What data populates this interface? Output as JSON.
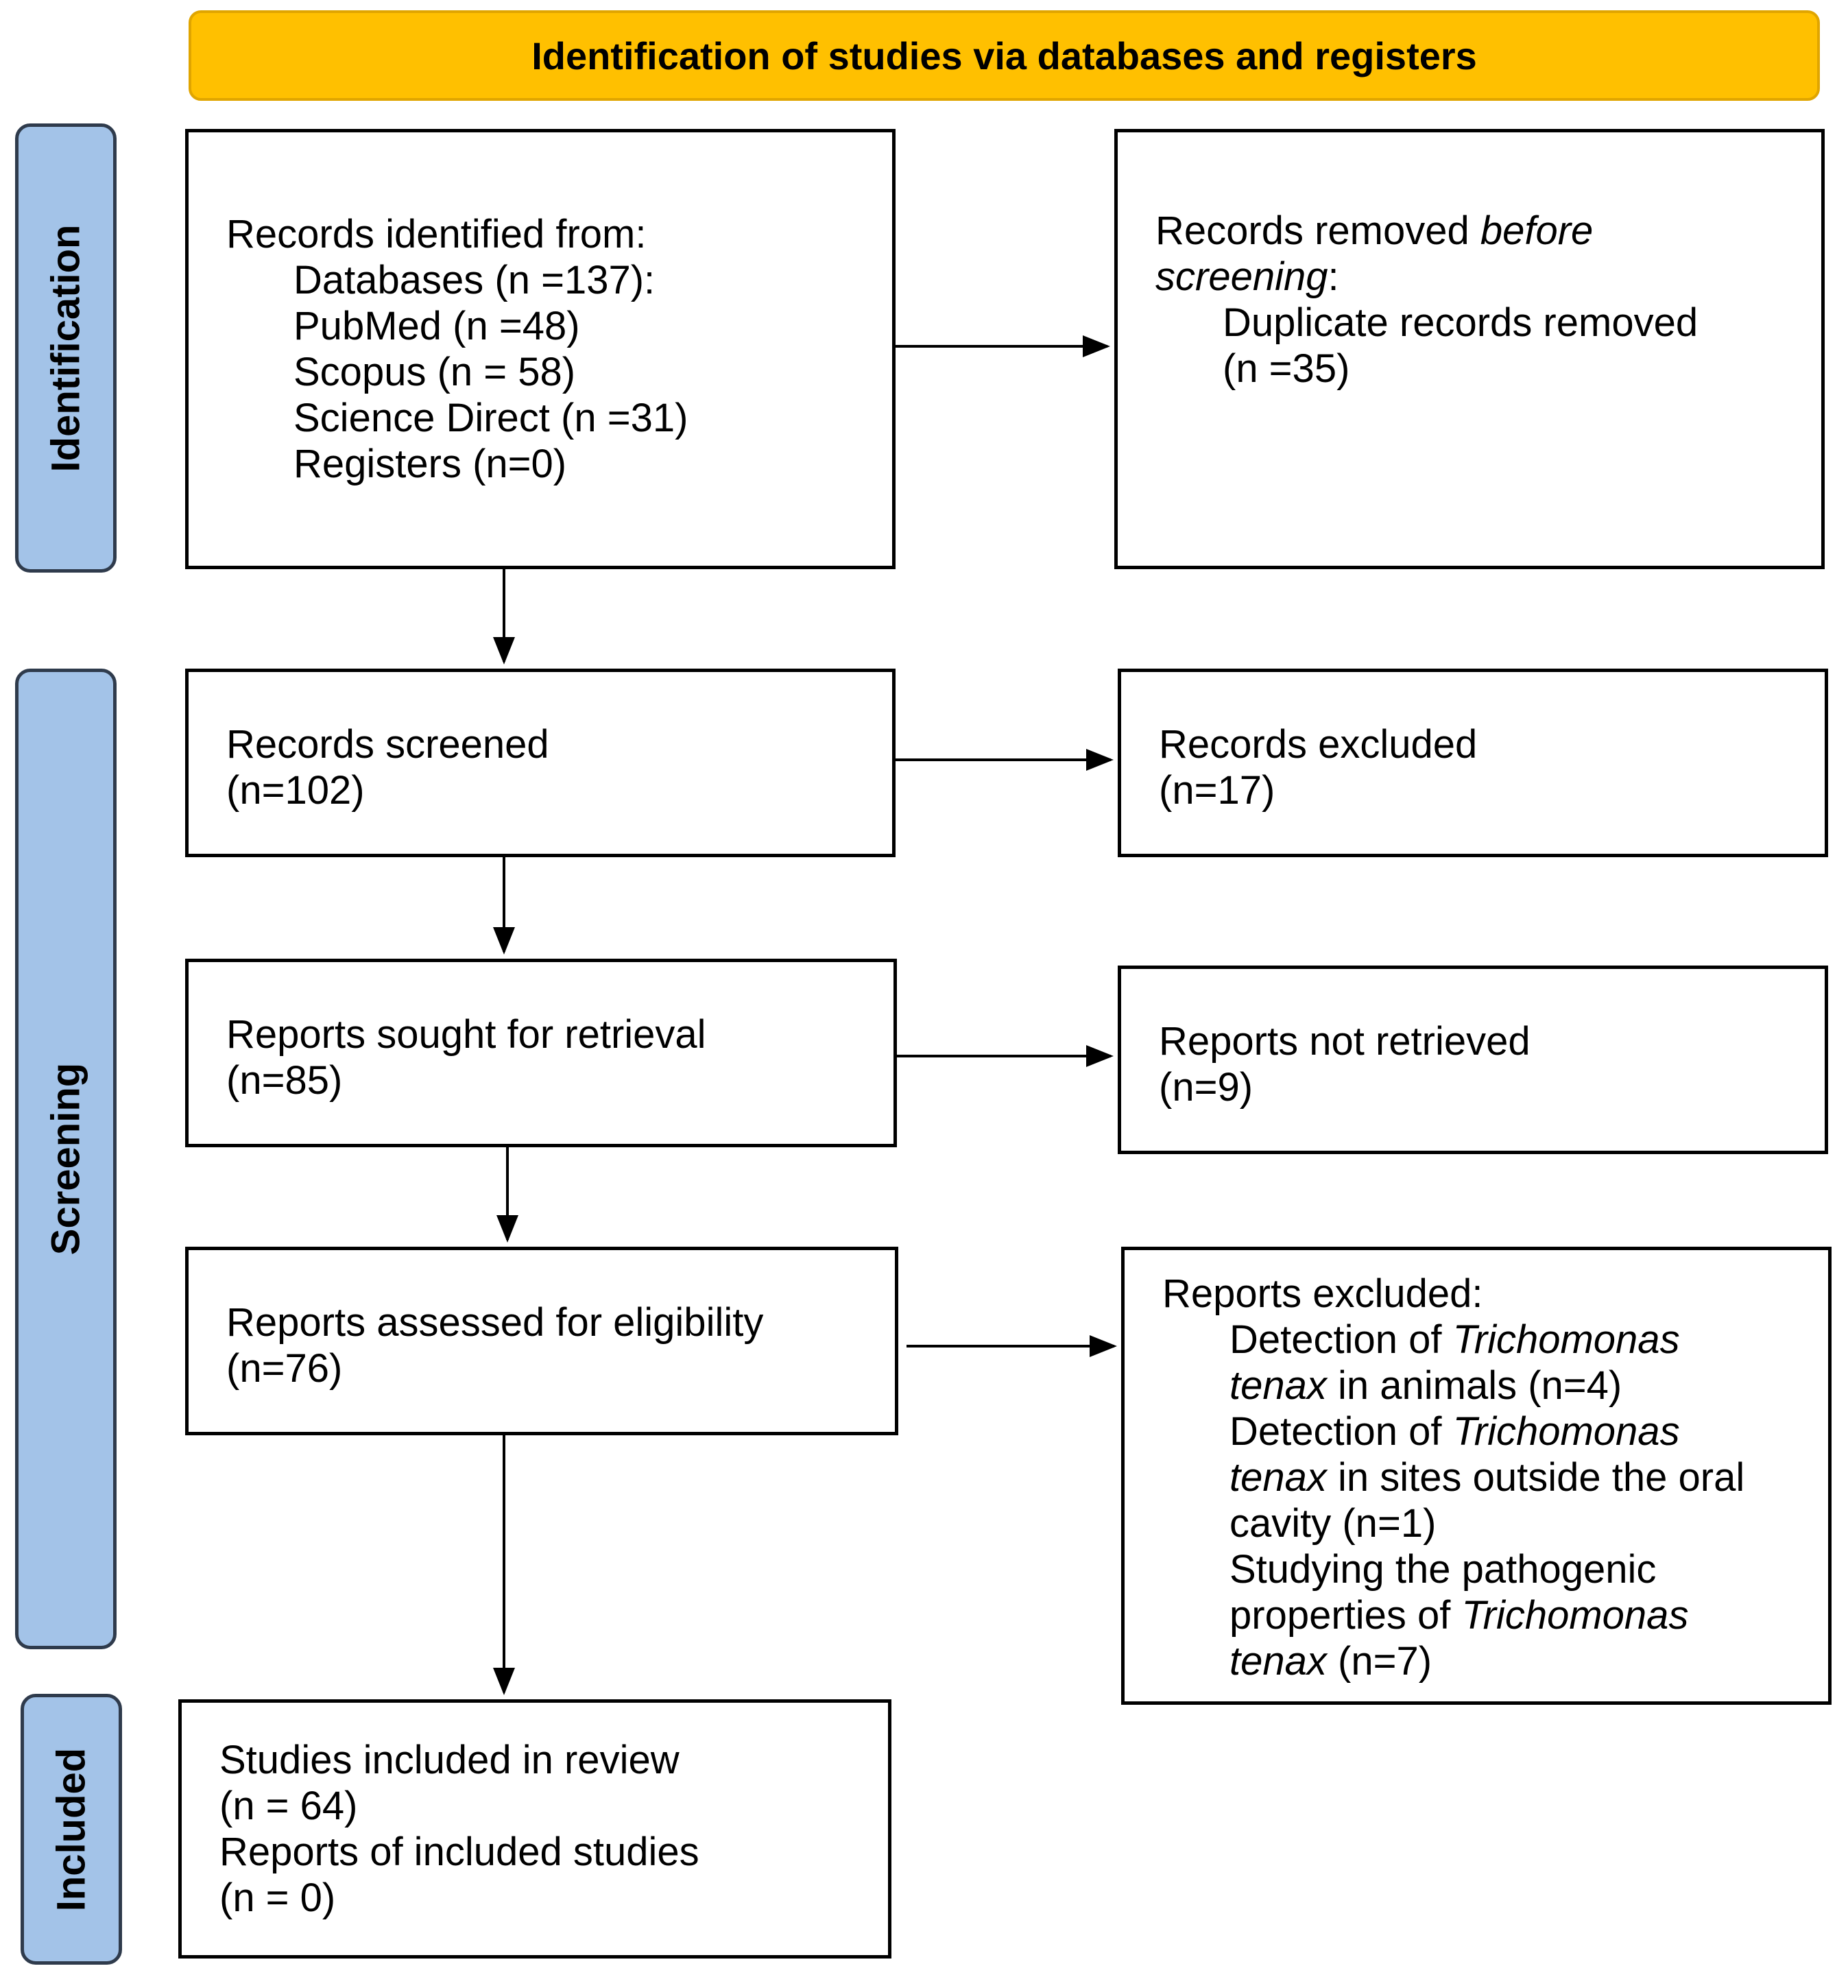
{
  "header": {
    "title": "Identification of studies via databases and registers"
  },
  "phases": {
    "identification": "Identification",
    "screening": "Screening",
    "included": "Included"
  },
  "identified": {
    "title": "Records identified from:",
    "databases": "Databases (n =137):",
    "pubmed": "PubMed (n =48)",
    "scopus": "Scopus (n = 58)",
    "science_direct": "Science Direct (n =31)",
    "registers": "Registers (n=0)"
  },
  "removed": {
    "line1_prefix": "Records removed ",
    "line1_italic": "before",
    "line2_italic": "screening",
    "line2_suffix": ":",
    "duplicates": "Duplicate records removed",
    "duplicates_n": "(n =35)"
  },
  "screened": {
    "title": "Records screened",
    "n": "(n=102)"
  },
  "excluded_records": {
    "title": "Records excluded",
    "n": "(n=17)"
  },
  "sought": {
    "title": "Reports sought for retrieval",
    "n": "(n=85)"
  },
  "not_retrieved": {
    "title": "Reports not retrieved",
    "n": "(n=9)"
  },
  "assessed": {
    "title": "Reports assessed for eligibility",
    "n": "(n=76)"
  },
  "reports_excluded": {
    "title": "Reports excluded:",
    "r1_a": "Detection of ",
    "r1_b": "Trichomonas",
    "r1_c": "tenax",
    "r1_d": " in animals (n=4)",
    "r2_a": "Detection of ",
    "r2_b": "Trichomonas",
    "r2_c": "tenax",
    "r2_d": " in sites outside the oral",
    "r2_e": "cavity (n=1)",
    "r3_a": "Studying the pathogenic",
    "r3_b": "properties of ",
    "r3_c": "Trichomonas",
    "r3_d": "tenax",
    "r3_e": " (n=7)"
  },
  "included": {
    "studies": "Studies included in review",
    "studies_n": "(n = 64)",
    "reports": "Reports of included studies",
    "reports_n": "(n = 0)"
  }
}
